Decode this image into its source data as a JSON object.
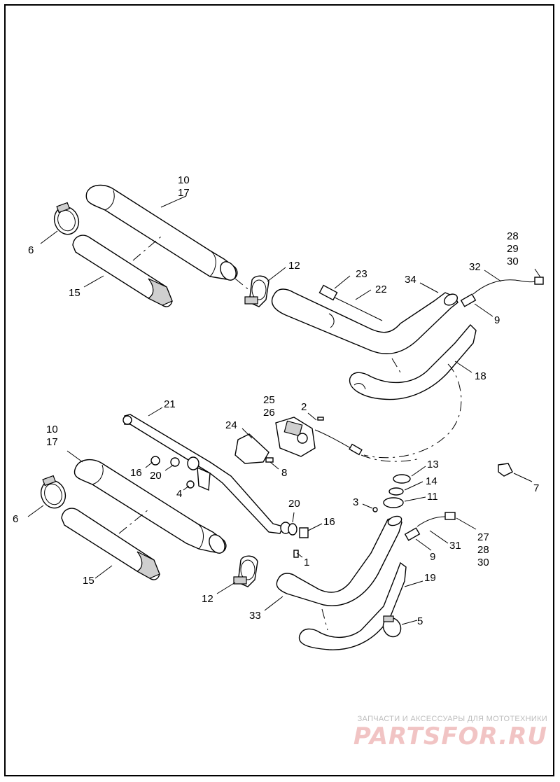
{
  "callouts": {
    "c10a": "10",
    "c17a": "17",
    "c6a": "6",
    "c15a": "15",
    "c12a": "12",
    "c23": "23",
    "c22": "22",
    "c34": "34",
    "c32": "32",
    "c28a": "28",
    "c29": "29",
    "c30a": "30",
    "c9a": "9",
    "c18": "18",
    "c21": "21",
    "c25": "25",
    "c26": "26",
    "c2": "2",
    "c24": "24",
    "c8": "8",
    "c10b": "10",
    "c17b": "17",
    "c16a": "16",
    "c20a": "20",
    "c4": "4",
    "c6b": "6",
    "c15b": "15",
    "c12b": "12",
    "c33": "33",
    "c20b": "20",
    "c16b": "16",
    "c1": "1",
    "c3": "3",
    "c13": "13",
    "c14": "14",
    "c11": "11",
    "c7": "7",
    "c27": "27",
    "c28b": "28",
    "c30b": "30",
    "c31": "31",
    "c9b": "9",
    "c19": "19",
    "c5": "5"
  },
  "watermark": {
    "caption": "ЗАПЧАСТИ И АКСЕССУАРЫ ДЛЯ МОТОТЕХНИКИ",
    "brand": "PARTSFOR.RU"
  }
}
